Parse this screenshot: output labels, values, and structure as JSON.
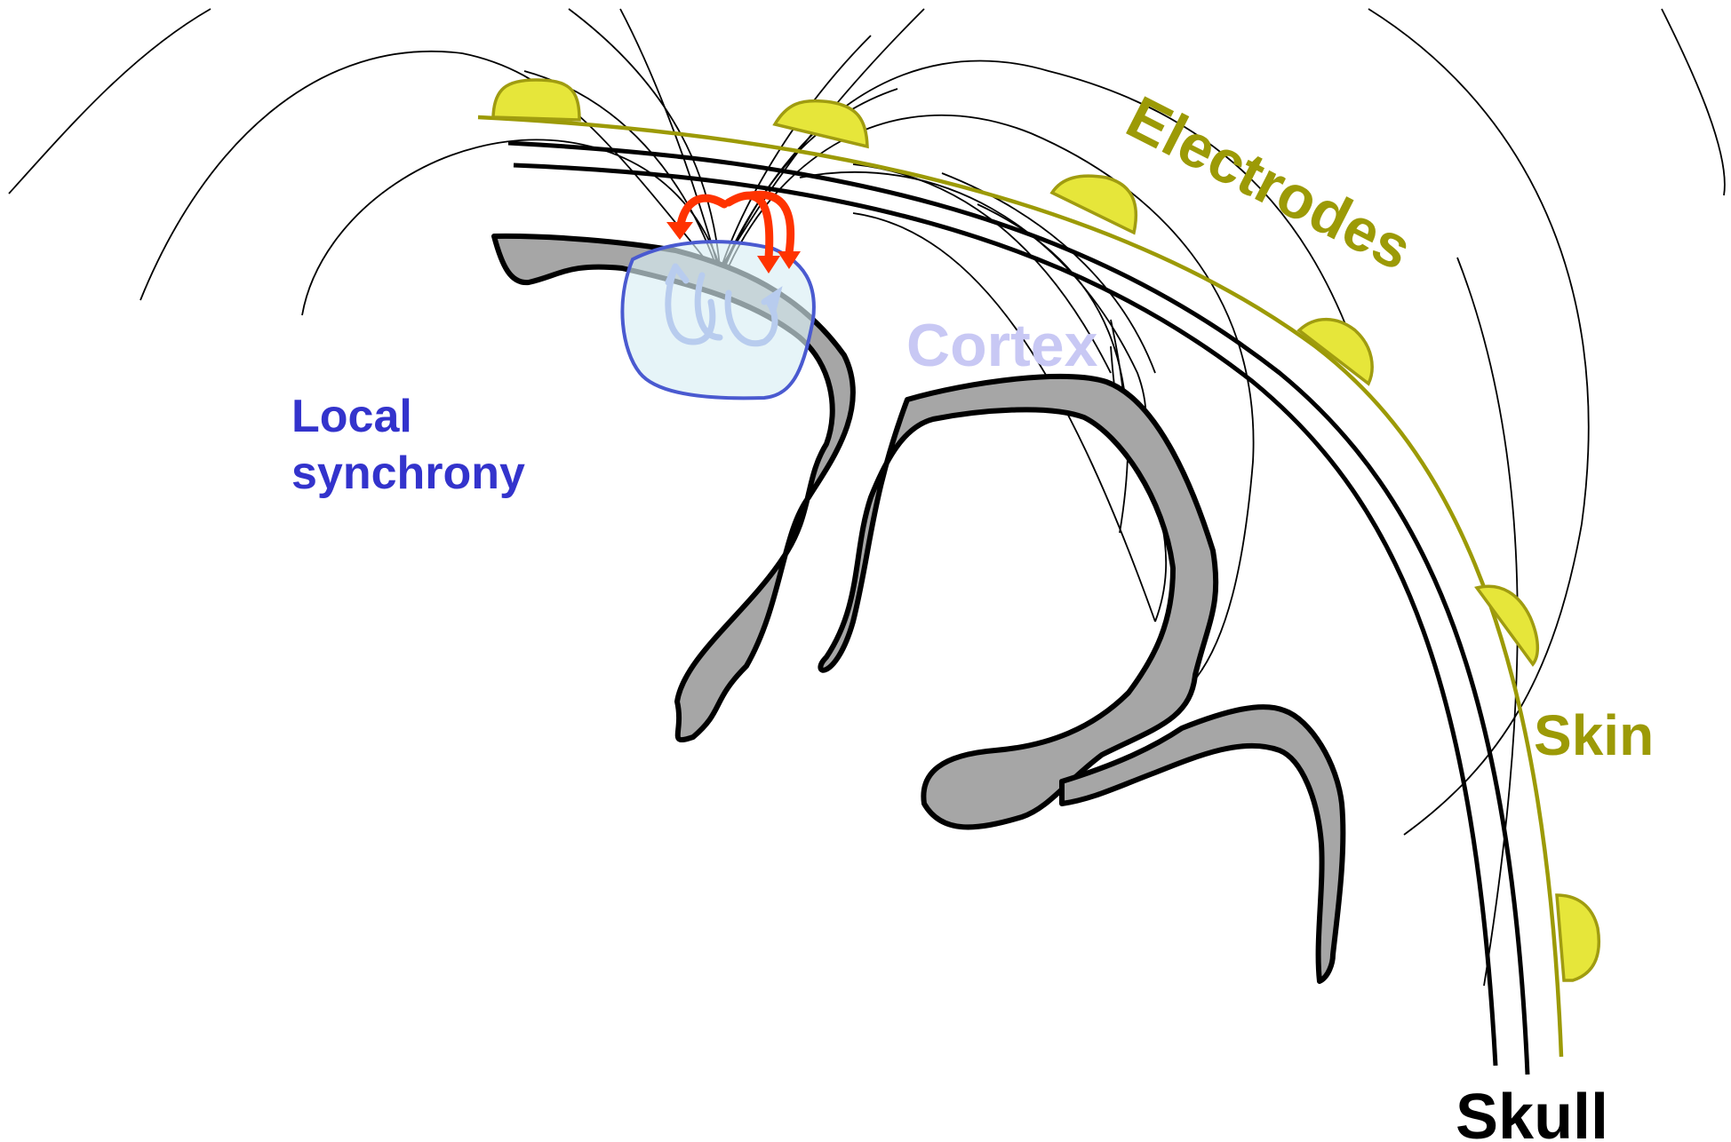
{
  "labels": {
    "electrodes": "Electrodes",
    "cortex": "Cortex",
    "local_synchrony_line1": "Local",
    "local_synchrony_line2": "synchrony",
    "skin": "Skin",
    "skull": "Skull"
  },
  "colors": {
    "skin": "#9c9a06",
    "electrode_fill": "#e6e63a",
    "electrode_stroke": "#a09c10",
    "cortex_fill": "#a6a6a6",
    "cortex_label": "#c8c8f4",
    "local_synchrony": "#3333cc",
    "synchrony_region_fill": "#d8eef4",
    "synchrony_region_stroke": "#4a5ad0",
    "current_arrows": "#ff3300",
    "internal_arrows": "#b8ccee",
    "skull": "#000000"
  }
}
